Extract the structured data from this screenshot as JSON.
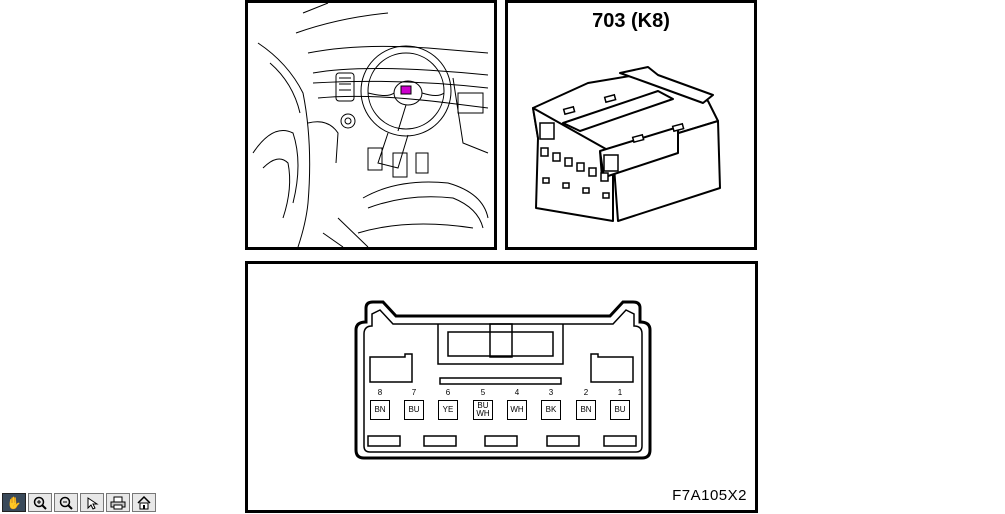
{
  "connector": {
    "title": "703 (K8)",
    "figure_code": "F7A105X2"
  },
  "pins": [
    {
      "number": "8",
      "color": "BN"
    },
    {
      "number": "7",
      "color": "BU"
    },
    {
      "number": "6",
      "color": "YE"
    },
    {
      "number": "5",
      "color": "BU\nWH"
    },
    {
      "number": "4",
      "color": "WH"
    },
    {
      "number": "3",
      "color": "BK"
    },
    {
      "number": "2",
      "color": "BN"
    },
    {
      "number": "1",
      "color": "BU"
    }
  ],
  "highlight_color": "#cc00cc",
  "toolbar": {
    "items": [
      {
        "icon": "hand-pan-icon"
      },
      {
        "icon": "zoom-in-icon"
      },
      {
        "icon": "zoom-out-icon"
      },
      {
        "icon": "pointer-icon"
      },
      {
        "icon": "print-icon"
      },
      {
        "icon": "home-icon"
      }
    ]
  }
}
